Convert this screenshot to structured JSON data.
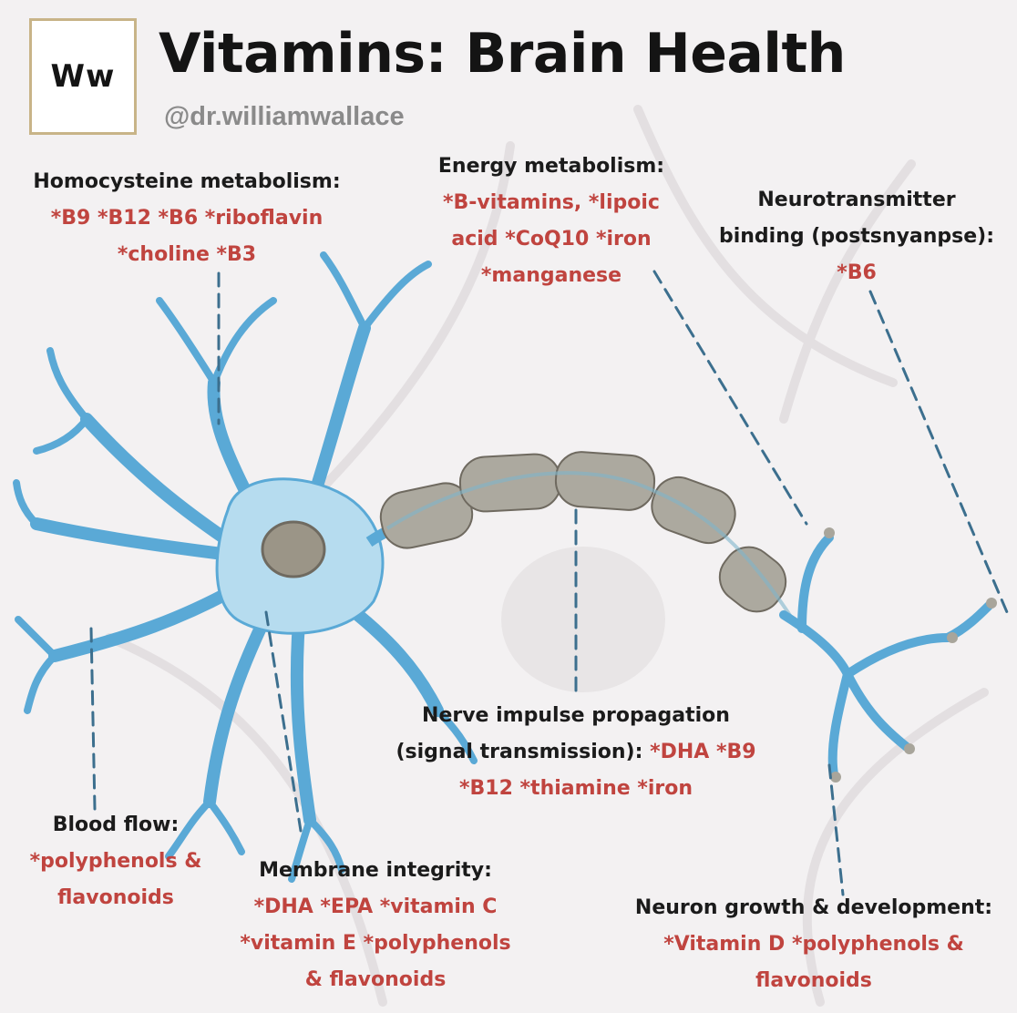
{
  "logo": "Ww",
  "title": "Vitamins: Brain Health",
  "handle": "@dr.williamwallace",
  "labels": {
    "homocysteine": {
      "heading": "Homocysteine metabolism:",
      "line1": "*B9 *B12 *B6 *riboflavin",
      "line2": "*choline *B3"
    },
    "energy": {
      "heading": "Energy metabolism:",
      "line1": "*B-vitamins, *lipoic",
      "line2": "acid *CoQ10 *iron",
      "line3": "*manganese"
    },
    "neurotransmitter": {
      "heading1": "Neurotransmitter",
      "heading2": "binding (postsnyanpse):",
      "line1": "*B6"
    },
    "nerve": {
      "heading1": "Nerve impulse propagation",
      "heading2": "(signal transmission):",
      "inline": " *DHA *B9",
      "line1": "*B12 *thiamine *iron"
    },
    "blood": {
      "heading": "Blood flow:",
      "line1": "*polyphenols &",
      "line2": "flavonoids"
    },
    "membrane": {
      "heading": "Membrane integrity:",
      "line1": "*DHA *EPA *vitamin C",
      "line2": "*vitamin E *polyphenols",
      "line3": "& flavonoids"
    },
    "growth": {
      "heading": "Neuron growth & development:",
      "line1": "*Vitamin D *polyphenols &",
      "line2": "flavonoids"
    }
  },
  "colors": {
    "heading": "#1b1b1b",
    "vitamin": "#c0443f",
    "neuron": "#b6dcef",
    "neuron_outline": "#5aa9d6",
    "myelin": "#a8a59b",
    "leader_dark": "#1f4e6e",
    "leader_light": "#7fd0d8"
  }
}
